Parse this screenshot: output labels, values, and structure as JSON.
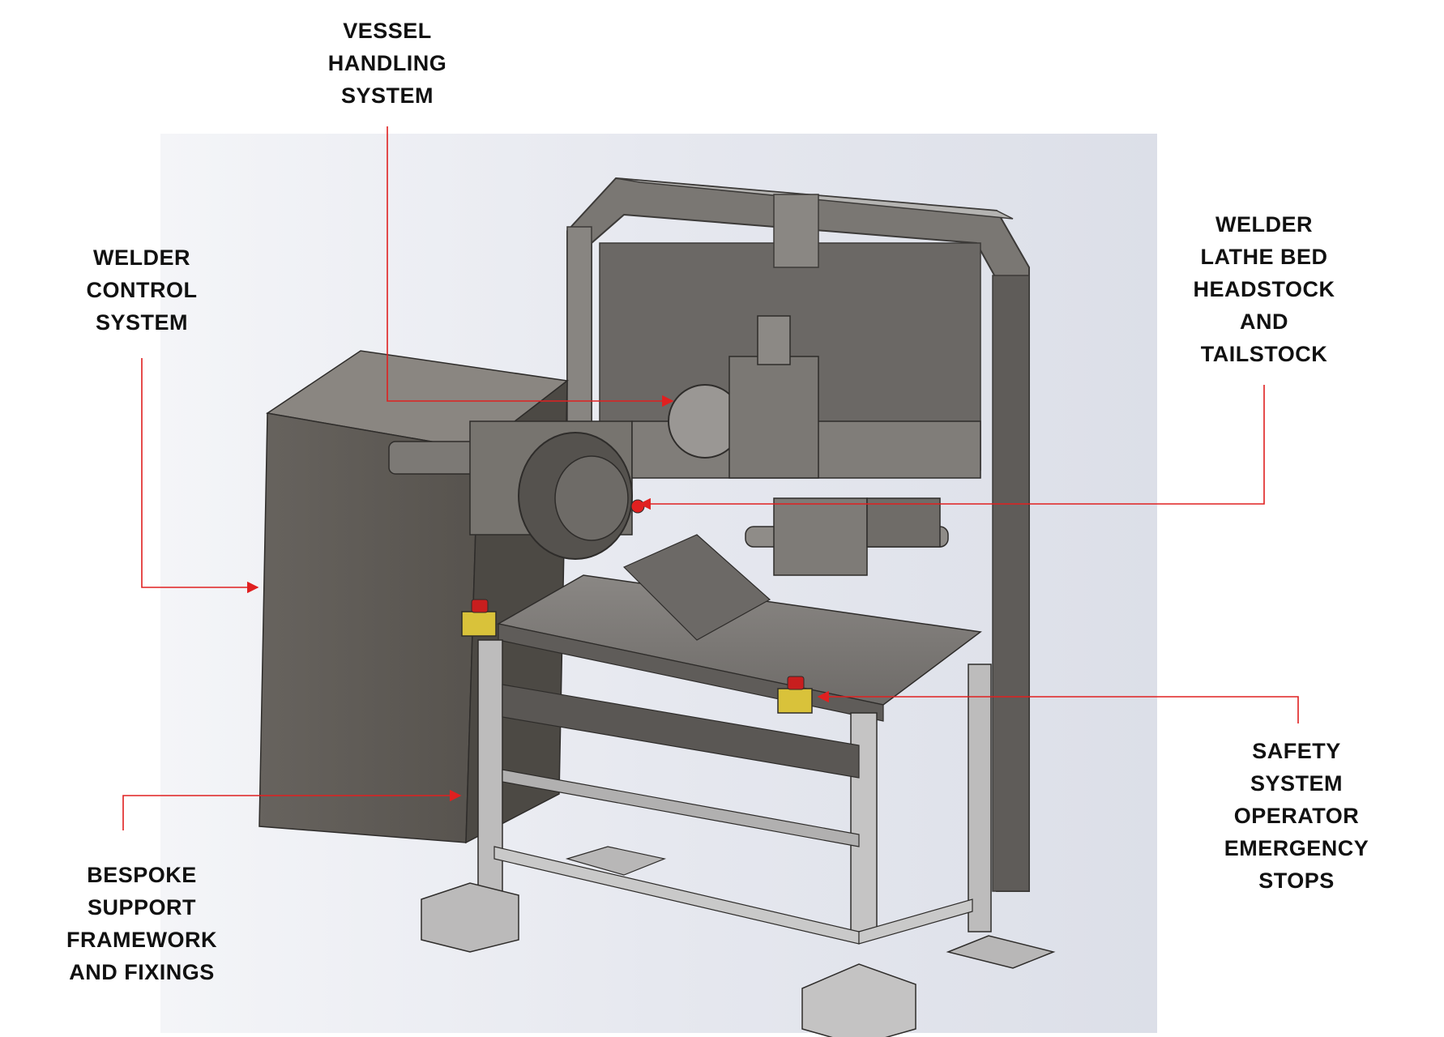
{
  "labels": {
    "vessel": {
      "line1": "VESSEL",
      "line2": "HANDLING",
      "line3": "SYSTEM"
    },
    "control": {
      "line1": "WELDER",
      "line2": "CONTROL",
      "line3": "SYSTEM"
    },
    "lathe": {
      "line1": "WELDER",
      "line2": "LATHE BED",
      "line3": "HEADSTOCK",
      "line4": "AND",
      "line5": "TAILSTOCK"
    },
    "safety": {
      "line1": "SAFETY",
      "line2": "SYSTEM",
      "line3": "OPERATOR",
      "line4": "EMERGENCY",
      "line5": "STOPS"
    },
    "frame": {
      "line1": "BESPOKE",
      "line2": "SUPPORT",
      "line3": "FRAMEWORK",
      "line4": "AND FIXINGS"
    }
  },
  "colors": {
    "leader_line": "#e02020",
    "cabinet": "#5e5a55",
    "frame_dark": "#6a6764",
    "frame_light": "#c9c9c9",
    "estop_button": "#c81e1e",
    "estop_housing": "#d9c23a",
    "background": "#e9ebf1"
  }
}
